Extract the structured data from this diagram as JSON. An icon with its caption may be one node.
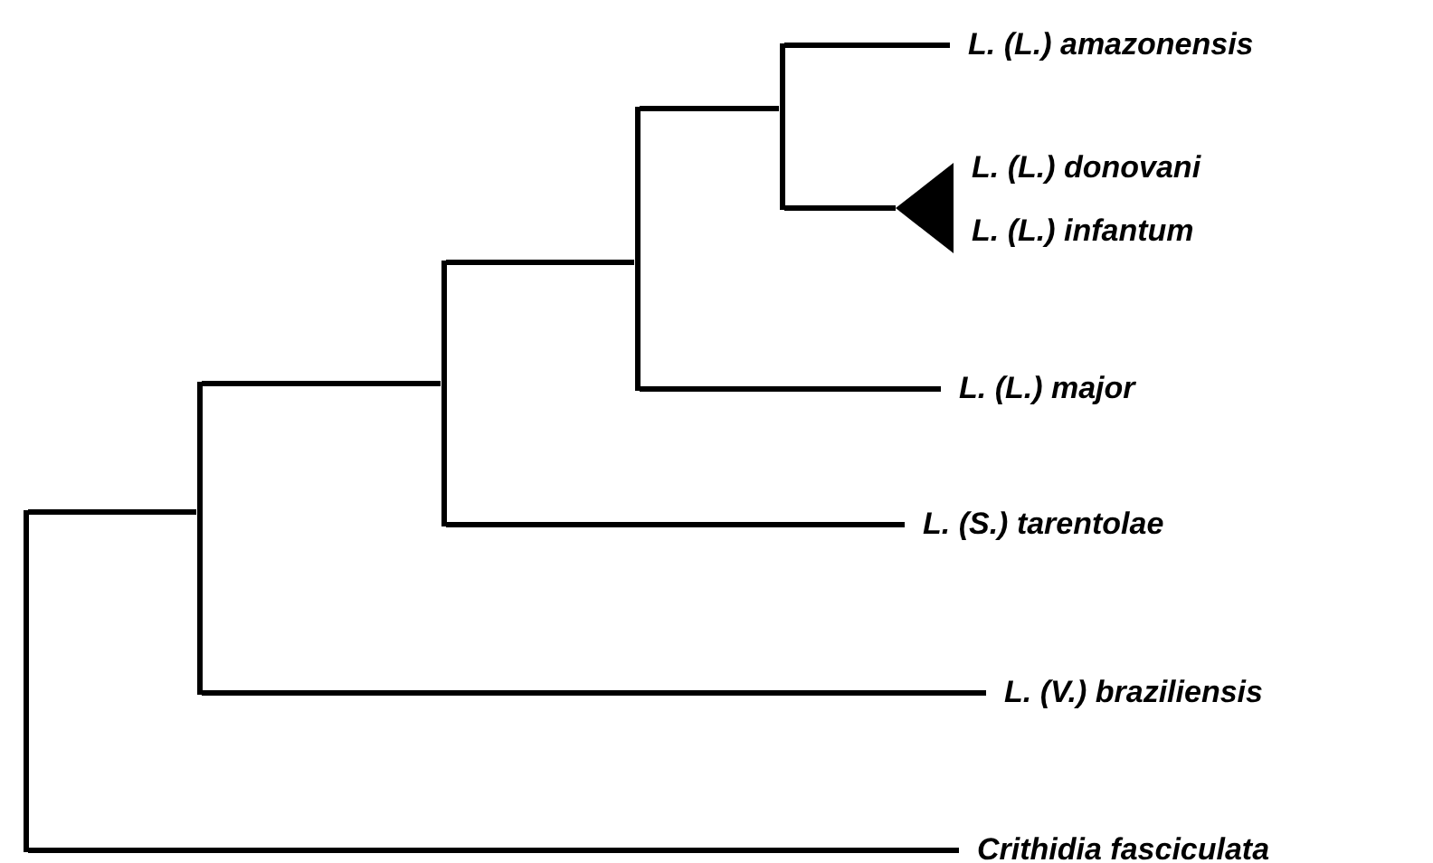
{
  "diagram": {
    "nodes": [
      {
        "text": [],
        "shape": "bar"
      },
      {
        "text": [],
        "shape": "bar"
      },
      {
        "text": [],
        "shape": "bar"
      },
      {
        "text": [],
        "shape": "bar"
      },
      {
        "text": [],
        "shape": "bar"
      },
      {
        "text": [
          "L. (L.) amazonensis"
        ]
      },
      {
        "text": [],
        "shape": "triangle",
        "beside": [
          "L. (L.) donovani",
          "L. (L.) infantum"
        ]
      },
      {
        "text": [
          "L. (L.) major"
        ]
      },
      {
        "text": [
          "L. (S.) tarentolae"
        ]
      },
      {
        "text": [
          "L. (V.) braziliensis"
        ]
      },
      {
        "text": [
          "Crithidia fasciculata"
        ]
      }
    ],
    "edges": [
      {
        "from": 0,
        "to": 1,
        "arrow": "none"
      },
      {
        "from": 0,
        "to": 10,
        "arrow": "none"
      },
      {
        "from": 1,
        "to": 2,
        "arrow": "none"
      },
      {
        "from": 1,
        "to": 9,
        "arrow": "none"
      },
      {
        "from": 2,
        "to": 3,
        "arrow": "none"
      },
      {
        "from": 2,
        "to": 8,
        "arrow": "none"
      },
      {
        "from": 3,
        "to": 4,
        "arrow": "none"
      },
      {
        "from": 3,
        "to": 7,
        "arrow": "none"
      },
      {
        "from": 4,
        "to": 5,
        "arrow": "none"
      },
      {
        "from": 4,
        "to": 6,
        "arrow": "none"
      }
    ]
  }
}
